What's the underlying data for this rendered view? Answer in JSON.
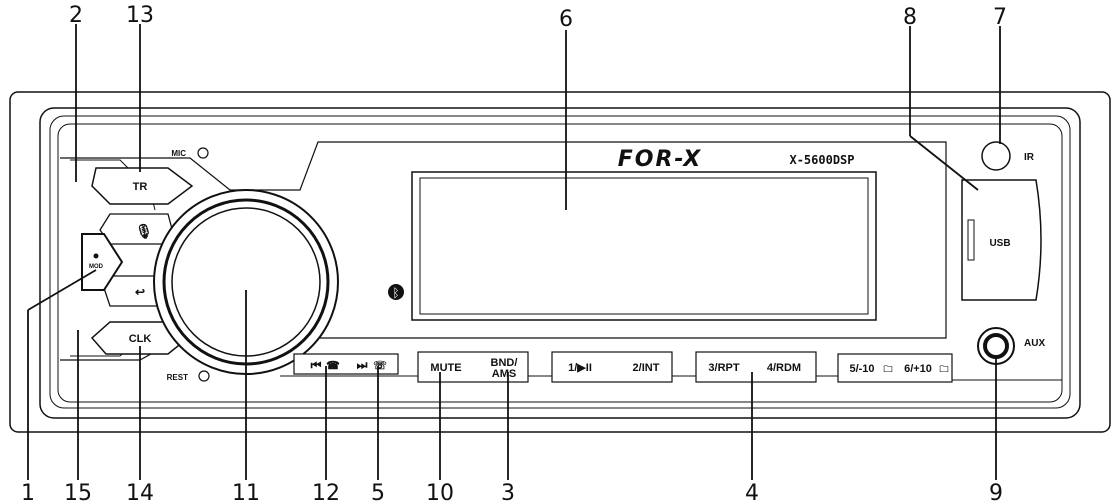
{
  "callouts": {
    "n1": "1",
    "n2": "2",
    "n3": "3",
    "n4": "4",
    "n5": "5",
    "n6": "6",
    "n7": "7",
    "n8": "8",
    "n9": "9",
    "n10": "10",
    "n11": "11",
    "n12": "12",
    "n13": "13",
    "n14": "14",
    "n15": "15"
  },
  "panel": {
    "brand": "FOR-X",
    "model": "X-5600DSP",
    "mic_label": "MIC",
    "rest_label": "REST",
    "ir_label": "IR",
    "usb_label": "USB",
    "aux_label": "AUX",
    "mod_label": "MOD",
    "bluetooth_symbol": "ᛒ"
  },
  "buttons": {
    "tr": "TR",
    "clk": "CLK",
    "mute": "MUTE",
    "bnd_line1": "BND/",
    "bnd_line2": "AMS",
    "b1": "1/▶II",
    "b2": "2/INT",
    "b3": "3/RPT",
    "b4": "4/RDM",
    "b5": "5/-10",
    "b6": "6/+10",
    "prev": "⏮",
    "next": "⏭"
  },
  "colors": {
    "line": "#111111",
    "panel_fill": "#ffffff"
  }
}
